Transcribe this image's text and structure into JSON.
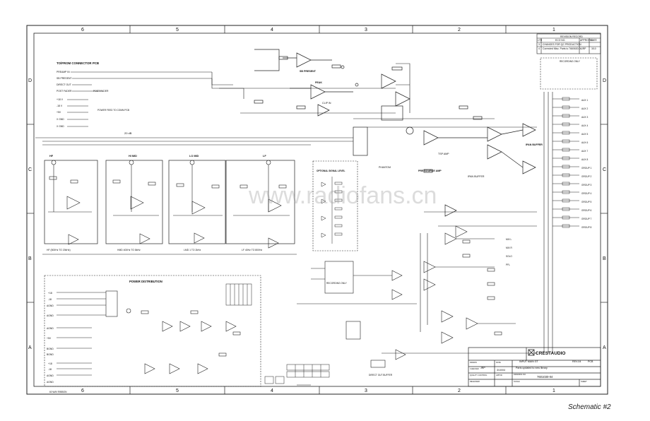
{
  "border": {
    "columns": [
      "6",
      "5",
      "4",
      "3",
      "2",
      "1"
    ],
    "rows": [
      "D",
      "C",
      "B",
      "A"
    ]
  },
  "revision_block": {
    "title": "REVISION RECORD",
    "headers": [
      "LTR",
      "ECO NO.",
      "APPROVED",
      "DATE"
    ],
    "rows": [
      {
        "ltr": "3",
        "desc": "CHANGES FOR QC PRODUCTION",
        "appr": "",
        "date": ""
      },
      {
        "ltr": "4",
        "desc": "Corrected Misc. Parts to 7660630-04",
        "appr": "JRP",
        "date": "3/10"
      }
    ]
  },
  "sections": {
    "connector": "TO/FROM CONNECTOR PCB",
    "connector_pins": [
      "PREAMP IN",
      "SB PRESENT",
      "DIRECT OUT",
      "POST FADER",
      "+18 V",
      "-18 V",
      "+5V",
      "X GND",
      "X GND"
    ],
    "post_fader": "POST FADER",
    "power_feed": "POWER FEED TO COMM PCB",
    "db_label": "20 dB",
    "sb_present": "SB PRESENT",
    "peak": "PEAK",
    "clip": "CLIP IN",
    "hf": "HF",
    "hi_mid": "HI MID",
    "lo_mid": "LO MID",
    "lf": "LF",
    "optional": "OPTIONAL SIGNAL LEVEL",
    "phantom": "PHANTOM",
    "pre_source_amp": "PRE SOURCE AMP",
    "ipan_buffer": "IPAN BUFFER",
    "epan_buffer": "IPAN BUFFER",
    "tsp_amp": "TSP AMP",
    "recording_only": "RECORDING ONLY",
    "power_distribution": "POWER DISTRIBUTION",
    "direct_out_buffer": "DIRECT OUT BUFFER"
  },
  "band_captions": [
    "HF  (500Hz TO 20kHz)",
    "HMD  400Hz TO 8kHz",
    "LMD  1 TO 2kHz",
    "LF  40Hz TO 800Hz"
  ],
  "power_rails": [
    "+18",
    "-18",
    "AGND",
    "AGND",
    "AGND",
    "+5V",
    "BGND",
    "BGND",
    "+18",
    "-18",
    "AGND",
    "AGND"
  ],
  "power_note": "60 WAY RIBBON",
  "bus_labels": [
    "AUX 1",
    "AUX 2",
    "AUX 3",
    "AUX 4",
    "AUX 5",
    "AUX 6",
    "AUX 7",
    "AUX 8",
    "GROUP 1",
    "GROUP 2",
    "GROUP 3",
    "GROUP 4",
    "GROUP 5",
    "GROUP 6",
    "GROUP 7",
    "GROUP 8",
    "MIX L",
    "MIX R",
    "SOLO",
    "PFL"
  ],
  "title_block": {
    "company": "CRESTAUDIO",
    "title": "INPUT MAIN GT",
    "rev": "REV-04",
    "pcb": "PCB",
    "note": "Parts updated to new library",
    "drawn_by": "JRP",
    "date": "3/10/04",
    "drawing_no": "7601030-04",
    "row_labels": [
      "DRAWN",
      "CHECKED",
      "QUALITY CONTROL",
      "RELEASED"
    ],
    "col_labels": [
      "DATE",
      "APPVD",
      "DRAWING NO.",
      "SCALE",
      "SHEET"
    ]
  },
  "watermark": "www.radiofans.cn",
  "caption": "Schematic #2"
}
